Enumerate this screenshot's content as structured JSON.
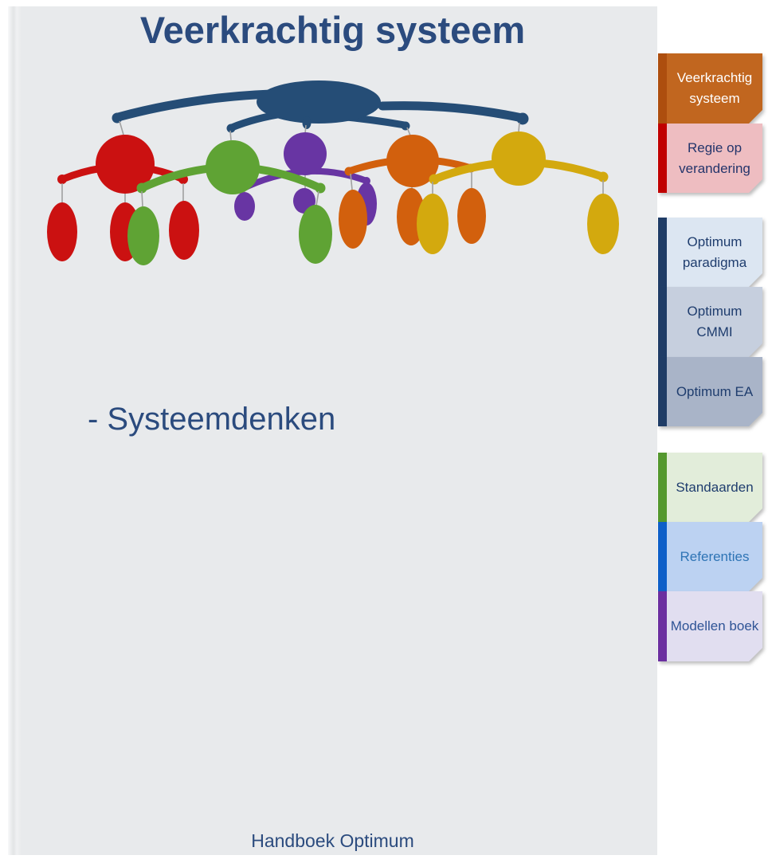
{
  "page": {
    "title": "Veerkrachtig systeem",
    "subtitle": "- Systeemdenken",
    "footer": "Handboek Optimum"
  },
  "sidebar": {
    "items": [
      {
        "label": "Veerkrachtig systeem",
        "active": true
      },
      {
        "label": "Regie op verandering",
        "active": false
      },
      {
        "label": "Optimum paradigma",
        "active": false
      },
      {
        "label": "Optimum CMMI",
        "active": false
      },
      {
        "label": "Optimum EA",
        "active": false
      },
      {
        "label": "Standaarden",
        "active": false
      },
      {
        "label": "Referenties",
        "active": false
      },
      {
        "label": "Modellen boek",
        "active": false
      }
    ]
  },
  "illustration": {
    "name": "hanging-mobile",
    "colors": {
      "blue": "#254d76",
      "red": "#cb1111",
      "green": "#5fa334",
      "purple": "#6835a3",
      "orange": "#d2600d",
      "yellow": "#d3a90e",
      "string": "#a0a0a0"
    }
  },
  "colors": {
    "page_background": "#e8eaec",
    "title_text": "#2b4b7e",
    "tab_active_bg": "#c1661f",
    "tab_active_bar": "#ad4e0e",
    "tab_regie_bg": "#eebdc1",
    "tab_regie_bar": "#c00000",
    "tab_paradigma_bg": "#dce6f2",
    "tab_cmmi_bg": "#c6cfde",
    "tab_ea_bg": "#a9b4c8",
    "tab_optimum_bar": "#1f3c66",
    "tab_standaarden_bg": "#e2edda",
    "tab_standaarden_bar": "#54982e",
    "tab_referenties_bg": "#bcd2f2",
    "tab_referenties_bar": "#0e5fc8",
    "tab_modellen_bg": "#e1def0",
    "tab_modellen_bar": "#6b2fa0",
    "navy_text": "#1f3d6e"
  }
}
